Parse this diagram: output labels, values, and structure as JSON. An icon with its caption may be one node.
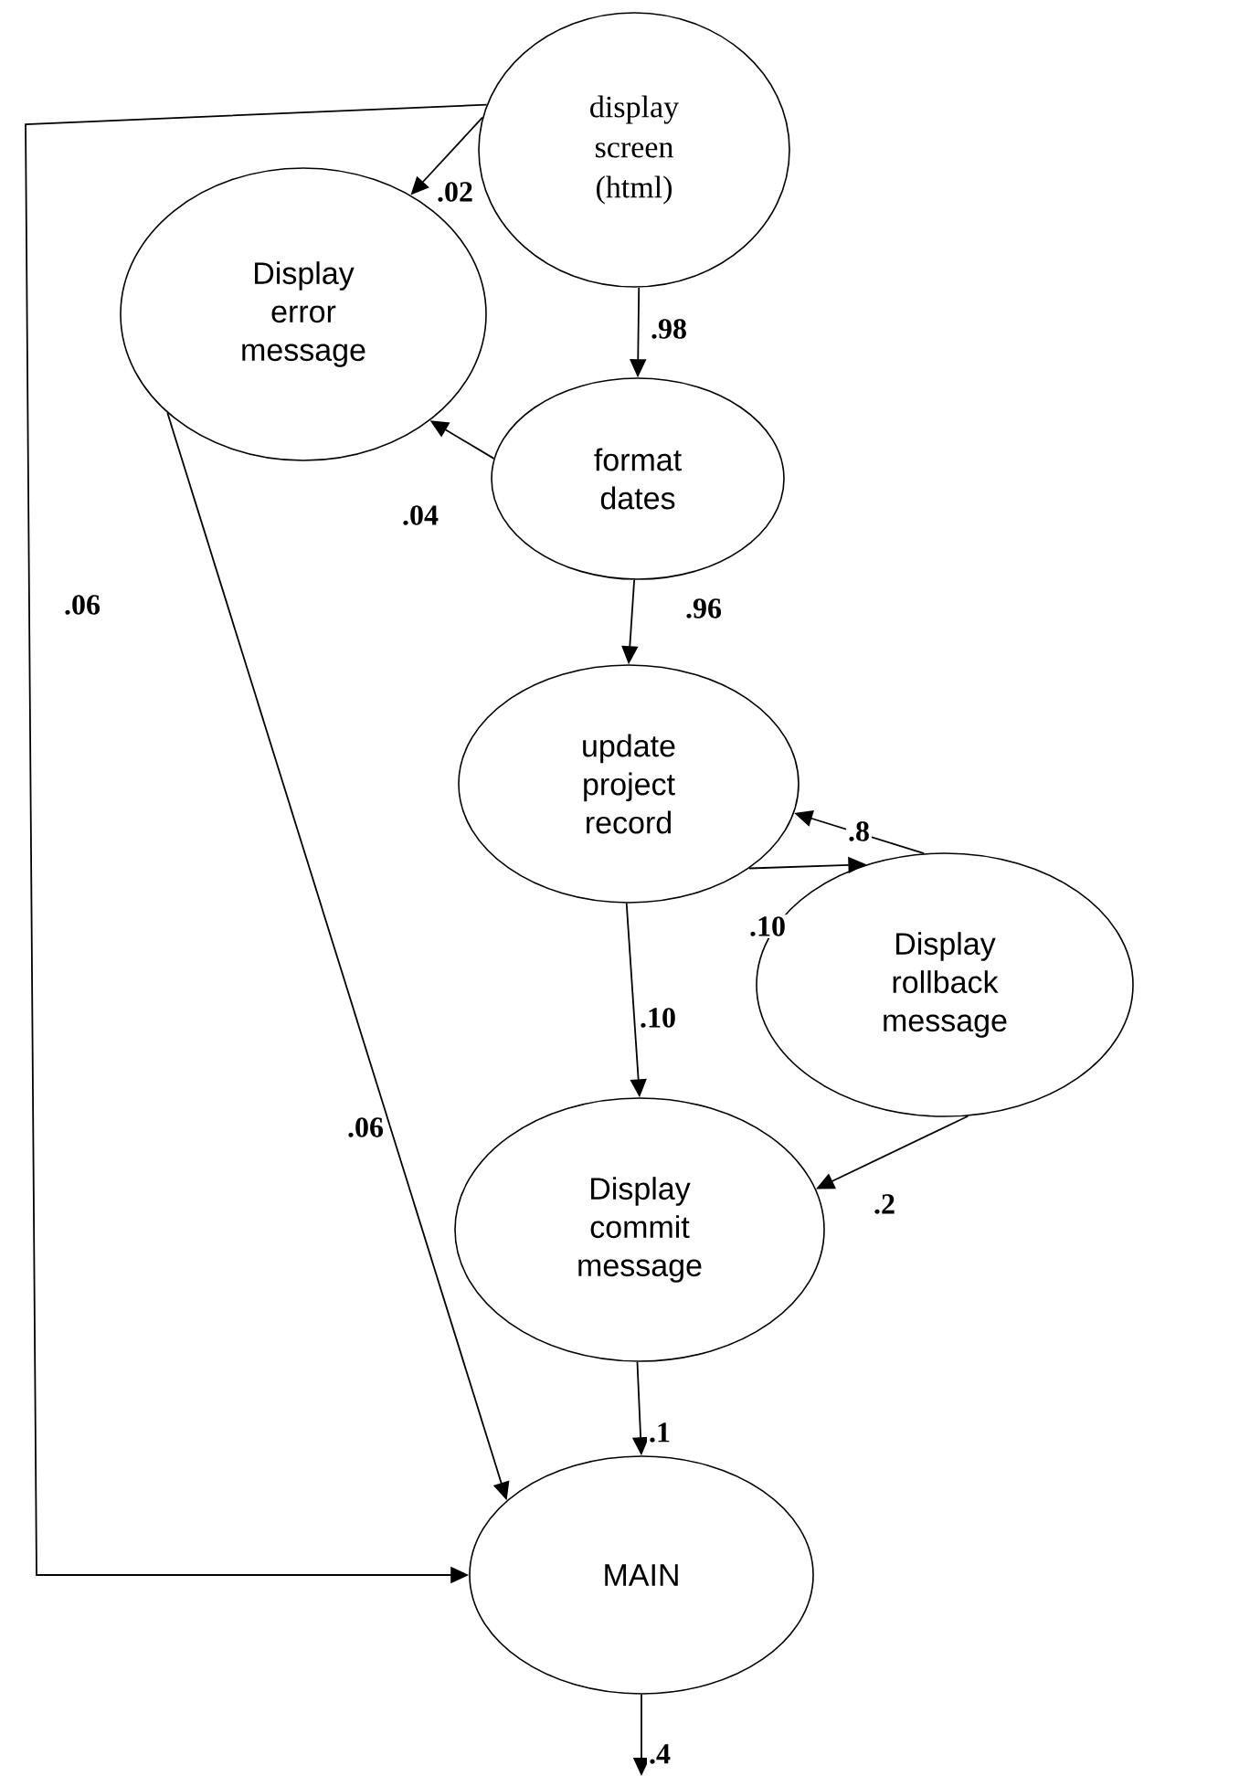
{
  "diagram": {
    "nodes": [
      {
        "text": [
          "display screen (html)"
        ]
      },
      {
        "text": [
          "Display error message"
        ]
      },
      {
        "text": [
          "format dates"
        ]
      },
      {
        "text": [
          "update project record"
        ]
      },
      {
        "text": [
          "Display rollback message"
        ]
      },
      {
        "text": [
          "Display commit message"
        ]
      },
      {
        "text": [
          "MAIN"
        ]
      }
    ],
    "edges": [
      {
        "from": 0,
        "to": 1,
        "arrow": "to",
        "label": ".02"
      },
      {
        "from": 0,
        "to": 2,
        "arrow": "to",
        "label": ".98"
      },
      {
        "from": 2,
        "to": 1,
        "arrow": "to",
        "label": ".04"
      },
      {
        "from": 2,
        "to": 3,
        "arrow": "to",
        "label": ".96"
      },
      {
        "from": 4,
        "to": 3,
        "arrow": "to",
        "label": ".8"
      },
      {
        "from": 3,
        "to": 4,
        "arrow": "to",
        "label": ".10"
      },
      {
        "from": 3,
        "to": 5,
        "arrow": "to",
        "label": ".10"
      },
      {
        "from": 4,
        "to": 5,
        "arrow": "to",
        "label": ".2"
      },
      {
        "from": 5,
        "to": 6,
        "arrow": "to",
        "label": ".1"
      },
      {
        "from": 1,
        "to": 6,
        "arrow": "to",
        "label": ".06"
      },
      {
        "from": 0,
        "to": 6,
        "arrow": "to",
        "label": ".06"
      },
      {
        "from": 6,
        "to": null,
        "arrow": "to",
        "label": ".4"
      }
    ]
  }
}
